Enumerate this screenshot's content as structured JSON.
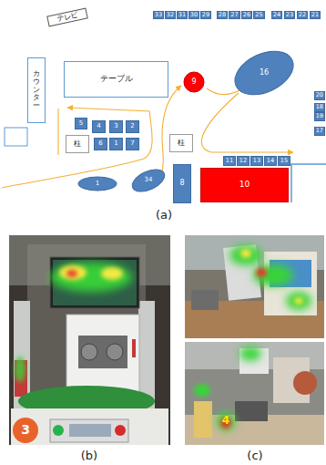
{
  "diagram": {
    "nodes": [
      {
        "text": [
          "テレビ"
        ]
      },
      {
        "text": [
          "33"
        ]
      },
      {
        "text": [
          "32"
        ]
      },
      {
        "text": [
          "31"
        ]
      },
      {
        "text": [
          "30"
        ]
      },
      {
        "text": [
          "29"
        ]
      },
      {
        "text": [
          "28"
        ]
      },
      {
        "text": [
          "27"
        ]
      },
      {
        "text": [
          "26"
        ]
      },
      {
        "text": [
          "25"
        ]
      },
      {
        "text": [
          "24"
        ]
      },
      {
        "text": [
          "23"
        ]
      },
      {
        "text": [
          "22"
        ]
      },
      {
        "text": [
          "21"
        ]
      },
      {
        "text": [
          "カウンター"
        ]
      },
      {
        "text": [
          "テーブル"
        ]
      },
      {
        "text": [
          "9"
        ]
      },
      {
        "text": [
          "16"
        ]
      },
      {
        "text": [
          "20"
        ]
      },
      {
        "text": [
          "18"
        ]
      },
      {
        "text": [
          "19"
        ]
      },
      {
        "text": [
          "17"
        ]
      },
      {
        "text": [
          "5"
        ]
      },
      {
        "text": [
          "4"
        ]
      },
      {
        "text": [
          "3"
        ]
      },
      {
        "text": [
          "2"
        ]
      },
      {
        "text": [
          "柱"
        ]
      },
      {
        "text": [
          "6"
        ]
      },
      {
        "text": [
          "1"
        ]
      },
      {
        "text": [
          "7"
        ]
      },
      {
        "text": [
          "柱"
        ]
      },
      {
        "text": [
          "1"
        ]
      },
      {
        "text": [
          "34"
        ]
      },
      {
        "text": [
          "8"
        ]
      },
      {
        "text": [
          "11"
        ]
      },
      {
        "text": [
          "12"
        ]
      },
      {
        "text": [
          "13"
        ]
      },
      {
        "text": [
          "14"
        ]
      },
      {
        "text": [
          "15"
        ]
      },
      {
        "text": [
          "10"
        ]
      }
    ],
    "labels": [
      "(a)",
      "(b)",
      "(c)",
      "3",
      "4"
    ]
  }
}
